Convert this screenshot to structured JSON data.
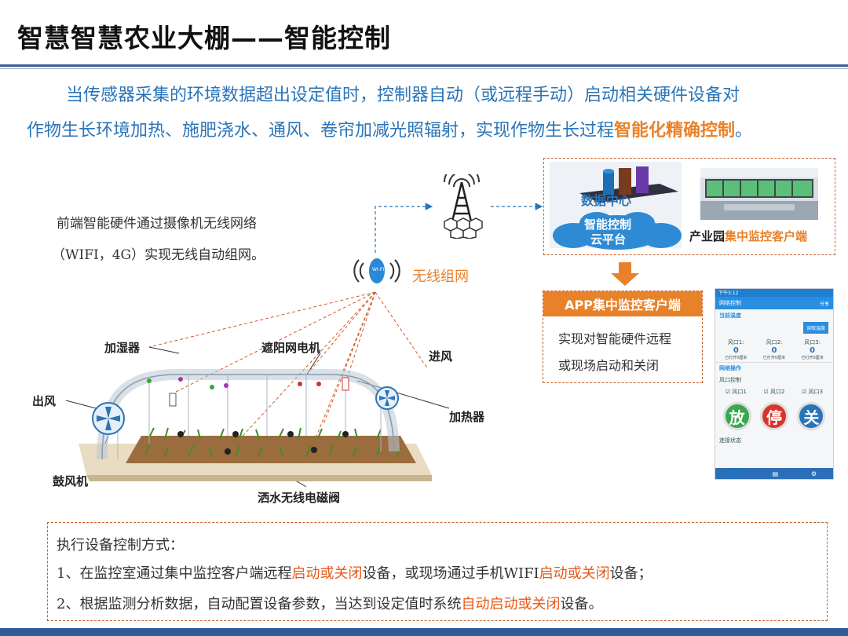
{
  "title": "智慧智慧农业大棚——智能控制",
  "intro": {
    "line1": "当传感器采集的环境数据超出设定值时，控制器自动（或远程手动）启动相关硬件设备对",
    "line2_prefix": "作物生长环境加热、施肥浇水、通风、卷帘加减光照辐射，实现作物生长过程",
    "line2_highlight": "智能化精确控制",
    "line2_suffix": "。"
  },
  "network_text": {
    "line1": "前端智能硬件通过摄像机无线网络",
    "line2": "（WIFI，4G）实现无线自动组网。"
  },
  "wireless_label": "无线组网",
  "wireless_device_label": "WI-FI",
  "data_center": {
    "label": "数据中心",
    "cloud_line1": "智能控制",
    "cloud_line2": "云平台"
  },
  "monitor_caption": {
    "prefix": "产业园",
    "highlight": "集中监控客户端"
  },
  "app_box": {
    "header": "APP集中监控客户端",
    "line1": "实现对智能硬件远程",
    "line2": "或现场启动和关闭"
  },
  "phone": {
    "status_time": "下午3:12",
    "app_title": "网络控制",
    "share": "分享",
    "current_temp": "当前温度",
    "read_btn": "读取温度",
    "vents": [
      {
        "name": "风口1:",
        "value": "0",
        "sub": "已打开0厘米"
      },
      {
        "name": "风口2:",
        "value": "0",
        "sub": "已打开0厘米"
      },
      {
        "name": "风口3:",
        "value": "0",
        "sub": "已打开0厘米"
      }
    ],
    "ops": "网络操作",
    "vent_control": "风口控制",
    "checks": [
      "风口1",
      "风口2",
      "风口3"
    ],
    "btn_open": "放",
    "btn_stop": "停",
    "btn_close": "关",
    "conn_status": "连接状态"
  },
  "greenhouse_labels": {
    "humidifier": "加湿器",
    "shade_motor": "遮阳网电机",
    "air_in": "进风",
    "air_out": "出风",
    "heater": "加热器",
    "blower": "鼓风机",
    "valve": "洒水无线电磁阀"
  },
  "control_box": {
    "heading": "执行设备控制方式：",
    "line1_a": "1、在监控室通过集中监控客户端远程",
    "line1_b": "启动或关闭",
    "line1_c": "设备，或现场通过手机WIFI",
    "line1_d": "启动或关闭",
    "line1_e": "设备；",
    "line2_a": "2、根据监测分析数据，自动配置设备参数，当达到设定值时系统",
    "line2_b": "自动启动或关闭",
    "line2_c": "设备。"
  },
  "colors": {
    "title_rule": "#3a5f8f",
    "intro_blue": "#2a74b8",
    "highlight_orange": "#e8822a",
    "dash_border": "#c9602a",
    "app_header_bg": "#e8822a",
    "bottom_bar": "#2f5c96"
  }
}
